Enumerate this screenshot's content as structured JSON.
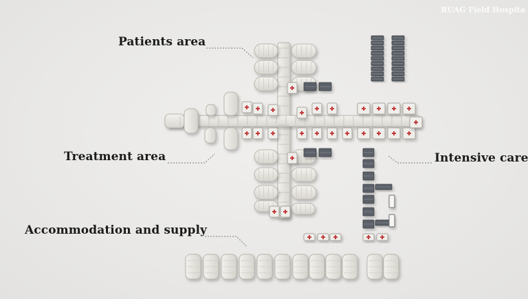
{
  "watermark": "RUAG Field Hospita",
  "labels": {
    "patients_area": "Patients area",
    "treatment_area": "Treatment area",
    "intensive_care": "Intensive care",
    "accommodation_supply": "Accommodation and supply"
  },
  "colors": {
    "background": "#ecebe9",
    "tent": "#e4e2dc",
    "tent_stroke": "#b9b6ae",
    "container_dark": "#5b6168",
    "red_cross": "#c23b3b",
    "text": "#1b1b1b"
  }
}
